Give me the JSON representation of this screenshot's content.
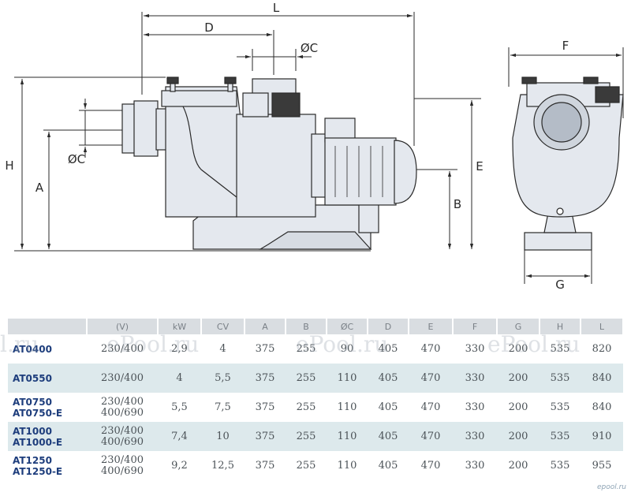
{
  "dimensions": {
    "L": "L",
    "D": "D",
    "C_top": "ØC",
    "C_side": "ØC",
    "H": "H",
    "A": "A",
    "E": "E",
    "B": "B",
    "F": "F",
    "G": "G"
  },
  "table": {
    "headers": [
      "",
      "(V)",
      "kW",
      "CV",
      "A",
      "B",
      "ØC",
      "D",
      "E",
      "F",
      "G",
      "H",
      "L"
    ],
    "rows": [
      {
        "model": [
          "AT0400"
        ],
        "voltage": [
          "230/400"
        ],
        "kw": "2,9",
        "cv": "4",
        "a": "375",
        "b": "255",
        "c": "90",
        "d": "405",
        "e": "470",
        "f": "330",
        "g": "200",
        "h": "535",
        "l": "820"
      },
      {
        "model": [
          "AT0550"
        ],
        "voltage": [
          "230/400"
        ],
        "kw": "4",
        "cv": "5,5",
        "a": "375",
        "b": "255",
        "c": "110",
        "d": "405",
        "e": "470",
        "f": "330",
        "g": "200",
        "h": "535",
        "l": "840"
      },
      {
        "model": [
          "AT0750",
          "AT0750-E"
        ],
        "voltage": [
          "230/400",
          "400/690"
        ],
        "kw": "5,5",
        "cv": "7,5",
        "a": "375",
        "b": "255",
        "c": "110",
        "d": "405",
        "e": "470",
        "f": "330",
        "g": "200",
        "h": "535",
        "l": "840"
      },
      {
        "model": [
          "AT1000",
          "AT1000-E"
        ],
        "voltage": [
          "230/400",
          "400/690"
        ],
        "kw": "7,4",
        "cv": "10",
        "a": "375",
        "b": "255",
        "c": "110",
        "d": "405",
        "e": "470",
        "f": "330",
        "g": "200",
        "h": "535",
        "l": "910"
      },
      {
        "model": [
          "AT1250",
          "AT1250-E"
        ],
        "voltage": [
          "230/400",
          "400/690"
        ],
        "kw": "9,2",
        "cv": "12,5",
        "a": "375",
        "b": "255",
        "c": "110",
        "d": "405",
        "e": "470",
        "f": "330",
        "g": "200",
        "h": "535",
        "l": "955"
      }
    ]
  },
  "watermarks": [
    "l.ru",
    "ePool.ru",
    "ePool.ru",
    "ePool.ru"
  ],
  "logo": "epool.ru",
  "colors": {
    "model_text": "#1d3d7c",
    "header_bg": "#d9dde1",
    "row_shade": "#dde9ec",
    "drawing_fill": "#e4e8ee",
    "drawing_line": "#2a2a2a"
  }
}
